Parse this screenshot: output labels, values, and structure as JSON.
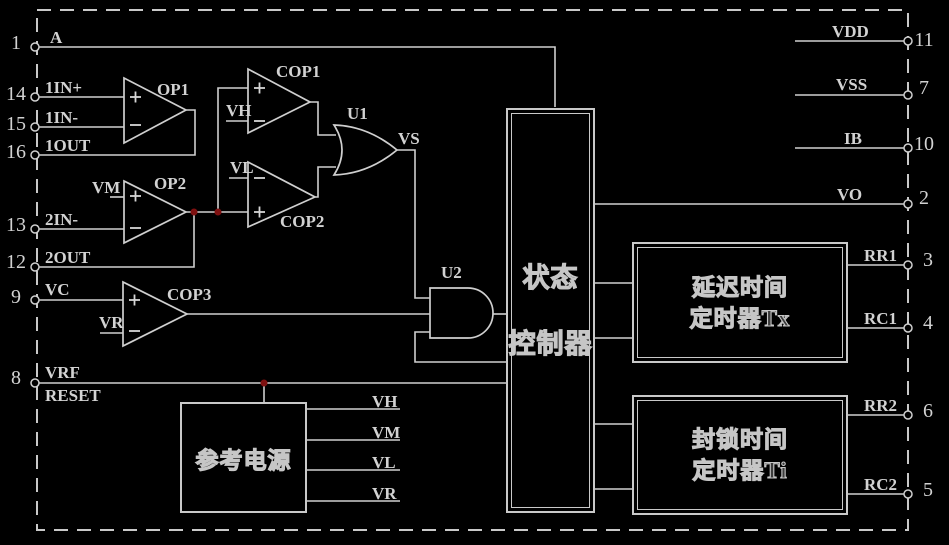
{
  "colors": {
    "background": "#000000",
    "line": "#cfcfcf",
    "text": "#d2d2d2",
    "junction_dot": "#7e1010"
  },
  "pins_left": [
    {
      "number": "1",
      "label": "A"
    },
    {
      "number": "14",
      "label": "1IN+"
    },
    {
      "number": "15",
      "label": "1IN-"
    },
    {
      "number": "16",
      "label": "1OUT"
    },
    {
      "number": "13",
      "label": "2IN-"
    },
    {
      "number": "12",
      "label": "2OUT"
    },
    {
      "number": "9",
      "label": "VC"
    },
    {
      "number": "8",
      "label": "VRF",
      "label2": "RESET"
    }
  ],
  "pins_right": [
    {
      "number": "11",
      "label": "VDD"
    },
    {
      "number": "7",
      "label": "VSS"
    },
    {
      "number": "10",
      "label": "IB"
    },
    {
      "number": "2",
      "label": "VO"
    },
    {
      "number": "3",
      "label": "RR1"
    },
    {
      "number": "4",
      "label": "RC1"
    },
    {
      "number": "6",
      "label": "RR2"
    },
    {
      "number": "5",
      "label": "RC2"
    }
  ],
  "components": {
    "op1": "OP1",
    "op2": "OP2",
    "cop1": "COP1",
    "cop2": "COP2",
    "cop3": "COP3",
    "u1": "U1",
    "u2": "U2"
  },
  "signals": {
    "vs": "VS",
    "vh": "VH",
    "vl": "VL",
    "vm": "VM",
    "vr": "VR"
  },
  "blocks": {
    "state_controller": {
      "line1": "状态",
      "line2": "控制器"
    },
    "delay_timer": {
      "line1": "延迟时间",
      "line2": "定时器Tx"
    },
    "lockout_timer": {
      "line1": "封锁时间",
      "line2": "定时器Ti"
    },
    "reference_supply": {
      "label": "参考电源",
      "outputs": [
        "VH",
        "VM",
        "VL",
        "VR"
      ]
    }
  }
}
